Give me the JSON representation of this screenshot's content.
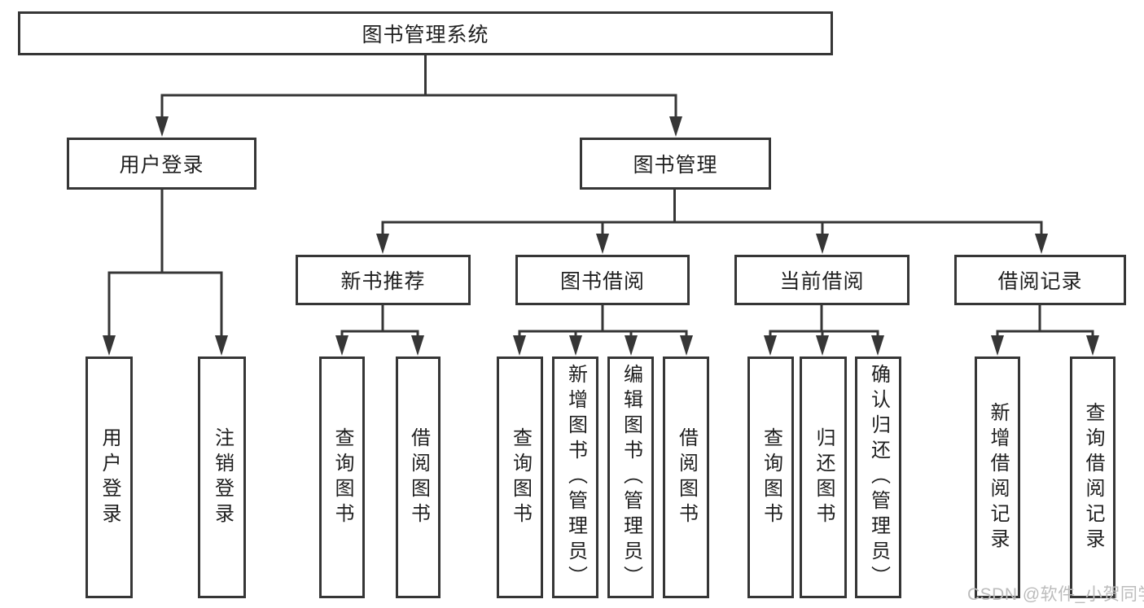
{
  "diagram": {
    "type": "hierarchy-tree",
    "line_color": "#363636",
    "background_color": "#ffffff",
    "text_color": "#1f1f1f"
  },
  "tree": {
    "label": "图书管理系统",
    "children": [
      {
        "label": "用户登录",
        "children": [
          {
            "label": "用户登录"
          },
          {
            "label": "注销登录"
          }
        ]
      },
      {
        "label": "图书管理",
        "children": [
          {
            "label": "新书推荐",
            "children": [
              {
                "label": "查询图书"
              },
              {
                "label": "借阅图书"
              }
            ]
          },
          {
            "label": "图书借阅",
            "children": [
              {
                "label": "查询图书"
              },
              {
                "label": "新增图书（管理员）"
              },
              {
                "label": "编辑图书（管理员）"
              },
              {
                "label": "借阅图书"
              }
            ]
          },
          {
            "label": "当前借阅",
            "children": [
              {
                "label": "查询图书"
              },
              {
                "label": "归还图书"
              },
              {
                "label": "确认归还（管理员）"
              }
            ]
          },
          {
            "label": "借阅记录",
            "children": [
              {
                "label": "新增借阅记录"
              },
              {
                "label": "查询借阅记录"
              }
            ]
          }
        ]
      }
    ]
  },
  "watermark": {
    "text": "CSDN @软件_小贺同学",
    "color": "#bcbcbc"
  }
}
